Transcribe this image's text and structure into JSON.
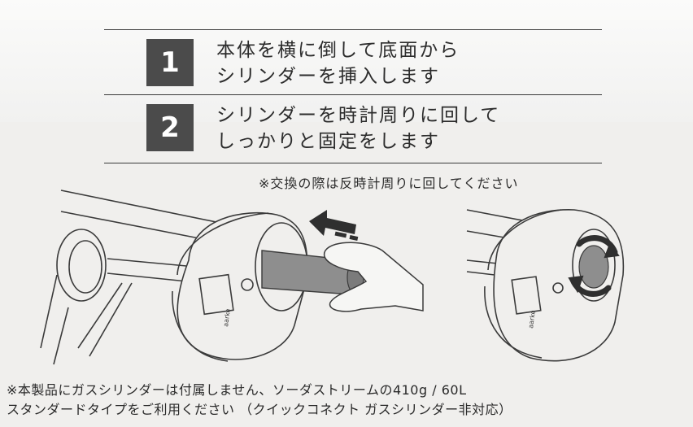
{
  "steps": [
    {
      "number": "1",
      "lines": [
        "本体を横に倒して底面から",
        "シリンダーを挿入します"
      ]
    },
    {
      "number": "2",
      "lines": [
        "シリンダーを時計周りに回して",
        "しっかりと固定をします"
      ]
    }
  ],
  "exchange_note": "※交換の際は反時計周りに回してください",
  "device_label": "aarke",
  "footnote": {
    "line1": "※本製品にガスシリンダーは付属しません、ソーダストリームの410g / 60L",
    "line2": "スタンダードタイプをご利用ください （クイックコネクト ガスシリンダー非対応）"
  },
  "colors": {
    "badge": "#4b4b4b",
    "background": "#f0efed",
    "cylinder": "#8e8e8e"
  },
  "icons": [
    "insert-arrow-icon",
    "rotate-arrows-icon"
  ]
}
